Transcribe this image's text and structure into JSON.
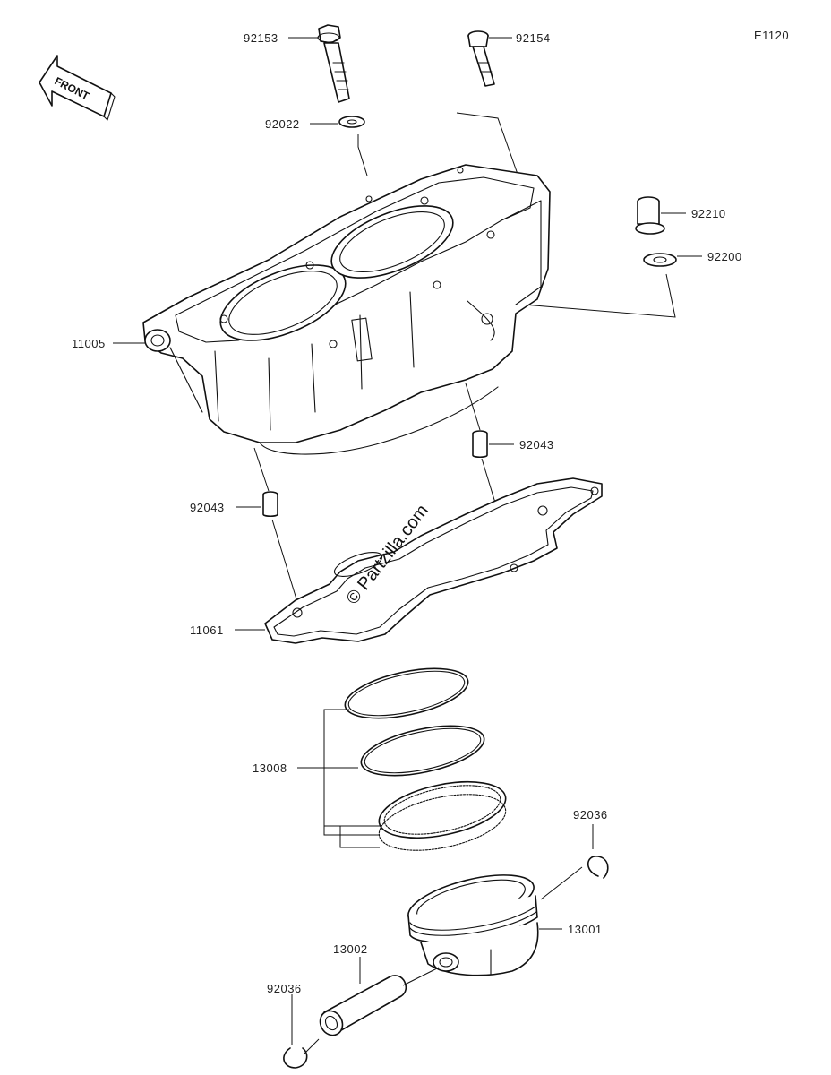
{
  "diagram": {
    "code": "E1120",
    "front_label": "FRONT",
    "watermark": "© Partzilla.com"
  },
  "labels": {
    "bolt_flange": "92153",
    "bolt_socket": "92154",
    "washer_92022": "92022",
    "collar": "92210",
    "washer_92200": "92200",
    "cylinder": "11005",
    "dowel_pin_upper": "92043",
    "dowel_pin_lower": "92043",
    "gasket": "11061",
    "ring_set": "13008",
    "circlip_right": "92036",
    "piston": "13001",
    "piston_pin": "13002",
    "circlip_left": "92036"
  }
}
